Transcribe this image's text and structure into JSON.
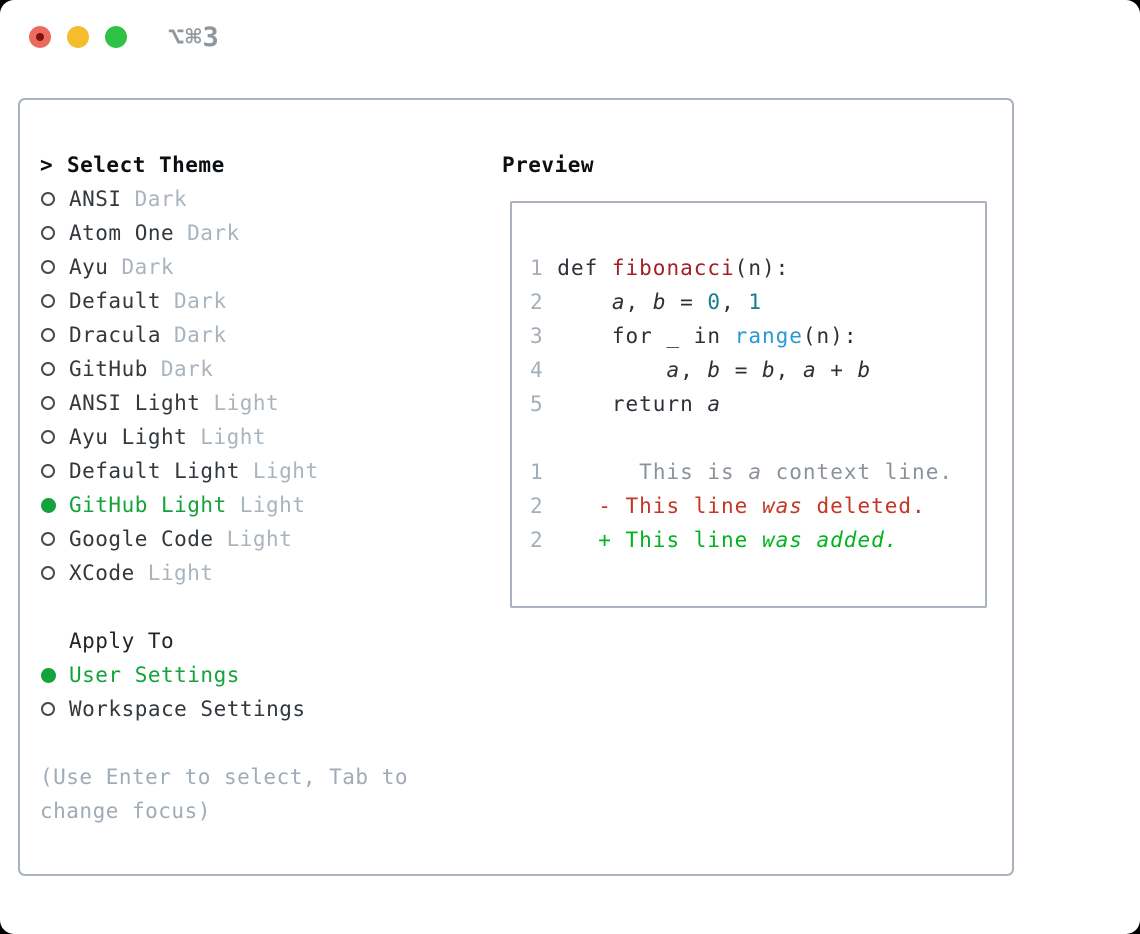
{
  "window": {
    "titlebar": {
      "shortcut": "⌥⌘3",
      "buttons": [
        "close",
        "minimize",
        "zoom"
      ]
    }
  },
  "colors": {
    "selected_green": "#13a33a",
    "traffic_red": "#ed6a5f",
    "traffic_red_dot": "#7d140c",
    "traffic_yellow": "#f5bd2c",
    "traffic_green": "#2fc246",
    "panel_border": "#a9b3bd",
    "item_text": "#33383d",
    "item_tag": "#aab4bd",
    "radio_ring": "#464d53",
    "help_text": "#a0abb5",
    "lineno": "#a3aeb9",
    "code": "#2b3137",
    "function": "#a32028",
    "number": "#11808a",
    "builtin": "#2a98d4",
    "variable": "#2b3137",
    "context": "#8b929a",
    "deleted": "#c23726",
    "added": "#00b41e"
  },
  "sidebar": {
    "prompt": ">",
    "title": "Select Theme",
    "themes": [
      {
        "name": "ANSI",
        "tag": "Dark",
        "selected": false
      },
      {
        "name": "Atom One",
        "tag": "Dark",
        "selected": false
      },
      {
        "name": "Ayu",
        "tag": "Dark",
        "selected": false
      },
      {
        "name": "Default",
        "tag": "Dark",
        "selected": false
      },
      {
        "name": "Dracula",
        "tag": "Dark",
        "selected": false
      },
      {
        "name": "GitHub",
        "tag": "Dark",
        "selected": false
      },
      {
        "name": "ANSI Light",
        "tag": "Light",
        "selected": false
      },
      {
        "name": "Ayu Light",
        "tag": "Light",
        "selected": false
      },
      {
        "name": "Default Light",
        "tag": "Light",
        "selected": false
      },
      {
        "name": "GitHub Light",
        "tag": "Light",
        "selected": true
      },
      {
        "name": "Google Code",
        "tag": "Light",
        "selected": false
      },
      {
        "name": "XCode",
        "tag": "Light",
        "selected": false
      }
    ],
    "apply": {
      "label": "Apply To",
      "options": [
        {
          "label": "User Settings",
          "selected": true
        },
        {
          "label": "Workspace Settings",
          "selected": false
        }
      ]
    },
    "help_line1": "(Use Enter to select, Tab to",
    "help_line2": "change focus)"
  },
  "preview": {
    "label": "Preview",
    "lines": [
      {
        "segs": [
          {
            "t": "1",
            "k": "lineno"
          },
          {
            "t": " def ",
            "k": "code"
          },
          {
            "t": "fibonacci",
            "k": "function"
          },
          {
            "t": "(n):",
            "k": "code"
          }
        ]
      },
      {
        "segs": [
          {
            "t": "2",
            "k": "lineno"
          },
          {
            "t": "     ",
            "k": "code"
          },
          {
            "t": "a",
            "k": "variable",
            "i": 1
          },
          {
            "t": ", ",
            "k": "code"
          },
          {
            "t": "b",
            "k": "variable",
            "i": 1
          },
          {
            "t": " = ",
            "k": "code"
          },
          {
            "t": "0",
            "k": "number"
          },
          {
            "t": ", ",
            "k": "code"
          },
          {
            "t": "1",
            "k": "number"
          }
        ]
      },
      {
        "segs": [
          {
            "t": "3",
            "k": "lineno"
          },
          {
            "t": "     for _ in ",
            "k": "code"
          },
          {
            "t": "range",
            "k": "builtin"
          },
          {
            "t": "(n):",
            "k": "code"
          }
        ]
      },
      {
        "segs": [
          {
            "t": "4",
            "k": "lineno"
          },
          {
            "t": "         ",
            "k": "code"
          },
          {
            "t": "a",
            "k": "variable",
            "i": 1
          },
          {
            "t": ", ",
            "k": "code"
          },
          {
            "t": "b",
            "k": "variable",
            "i": 1
          },
          {
            "t": " = ",
            "k": "code"
          },
          {
            "t": "b",
            "k": "variable",
            "i": 1
          },
          {
            "t": ", ",
            "k": "code"
          },
          {
            "t": "a",
            "k": "variable",
            "i": 1
          },
          {
            "t": " + ",
            "k": "code"
          },
          {
            "t": "b",
            "k": "variable",
            "i": 1
          }
        ]
      },
      {
        "segs": [
          {
            "t": "5",
            "k": "lineno"
          },
          {
            "t": "     return ",
            "k": "code"
          },
          {
            "t": "a",
            "k": "variable",
            "i": 1
          }
        ]
      },
      {
        "segs": []
      },
      {
        "segs": [
          {
            "t": "1",
            "k": "lineno"
          },
          {
            "t": "       ",
            "k": "code"
          },
          {
            "t": "This is ",
            "k": "context"
          },
          {
            "t": "a",
            "k": "context",
            "i": 1
          },
          {
            "t": " context line.",
            "k": "context"
          }
        ]
      },
      {
        "segs": [
          {
            "t": "2",
            "k": "lineno"
          },
          {
            "t": "    ",
            "k": "code"
          },
          {
            "t": "- This line ",
            "k": "deleted"
          },
          {
            "t": "was",
            "k": "deleted",
            "i": 1
          },
          {
            "t": " deleted.",
            "k": "deleted"
          }
        ]
      },
      {
        "segs": [
          {
            "t": "2",
            "k": "lineno"
          },
          {
            "t": "    ",
            "k": "code"
          },
          {
            "t": "+ This line ",
            "k": "added"
          },
          {
            "t": "was added.",
            "k": "added",
            "i": 1
          }
        ]
      }
    ]
  }
}
